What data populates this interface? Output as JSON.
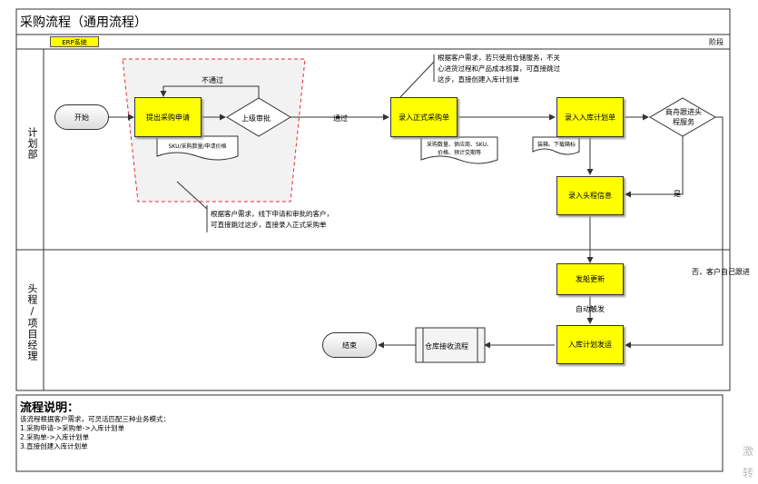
{
  "title": "采购流程（通用流程）",
  "erp_tag": "ERP系统",
  "phase_label": "阶段",
  "lanes": {
    "planning": "计划部",
    "project_manager": "头程/项目经理"
  },
  "nodes": {
    "start": "开始",
    "submit_request": "提出采购申请",
    "approval": "上级审批",
    "enter_po": "录入正式采购单",
    "enter_inbound_plan": "录入入库计划单",
    "ship_follow": "商舟跟进头程服务",
    "enter_first_leg": "录入头程信息",
    "ship_update": "发船更新",
    "inbound_dispatch": "入库计划发运",
    "warehouse_receive": "仓库接收流程",
    "end": "结束"
  },
  "docs": {
    "request_doc": "SKU/采购数量/申请价格",
    "po_doc": "采购数量、供应商、SKU、价格、预计交期等",
    "plan_doc": "装箱、下载箱标"
  },
  "edge_labels": {
    "not_pass": "不通过",
    "pass": "通过",
    "yes": "是",
    "no_customer_follow": "否，客户自己跟进",
    "auto_trigger": "自动触发"
  },
  "annotations": {
    "top": [
      "根据客户需求，若只使用仓储服务，不关",
      "心进货过程和产品成本核算，可直接跳过",
      "这步，直接创建入库计划单"
    ],
    "bottom": [
      "根据客户需求，线下申请和审批的客户，",
      "可直接跳过这步，直接录入正式采购单"
    ]
  },
  "description": {
    "heading": "流程说明：",
    "lines": [
      "该流程根据客户需求，可灵活匹配三种业务模式：",
      "1.采购申请->采购单->入库计划单",
      "2.采购单->入库计划单",
      "3.直接创建入库计划单"
    ]
  },
  "watermark": [
    "激",
    "转"
  ],
  "colors": {
    "process_fill": "#ffff00",
    "dashed_region": "#e0303a",
    "frame": "#333333"
  }
}
